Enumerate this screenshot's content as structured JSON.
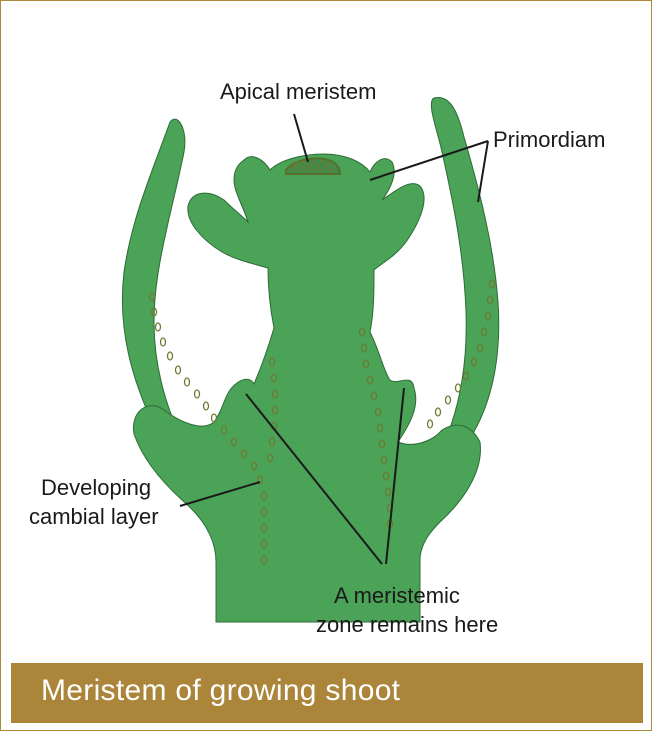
{
  "labels": {
    "apical_meristem": "Apical meristem",
    "primordiam": "Primordiam",
    "developing_cambial_line1": "Developing",
    "developing_cambial_line2": "cambial layer",
    "meristemic_zone_line1": "A meristemic",
    "meristemic_zone_line2": "zone remains here"
  },
  "caption": "Meristem of growing shoot",
  "colors": {
    "shoot_fill": "#4aa356",
    "cambial_dots": "#6f7a35",
    "frame_border": "#b08a3c",
    "caption_bg": "#aa853a",
    "caption_text": "#ffffff"
  }
}
